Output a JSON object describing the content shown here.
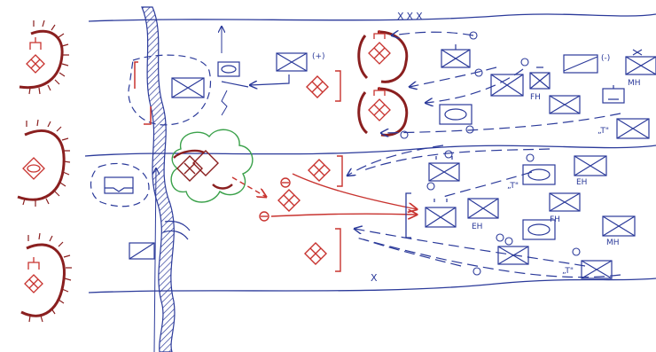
{
  "colors": {
    "blue": "#2b3a9a",
    "red": "#c8332f",
    "maroon": "#8a1f1f",
    "green": "#3aa14a"
  },
  "labels": {
    "boundary_top": "XXX",
    "boundary_bottom": "X",
    "plus": "(+)",
    "minus": "(-)",
    "mn_right": "MH",
    "fn_1": "FH",
    "t_1": "„T\"",
    "t_2": "„T\"",
    "t_3": "„T\"",
    "eh_1": "EH",
    "eh_2": "EH",
    "fn_2": "FH",
    "mn_bottom": "MH"
  }
}
